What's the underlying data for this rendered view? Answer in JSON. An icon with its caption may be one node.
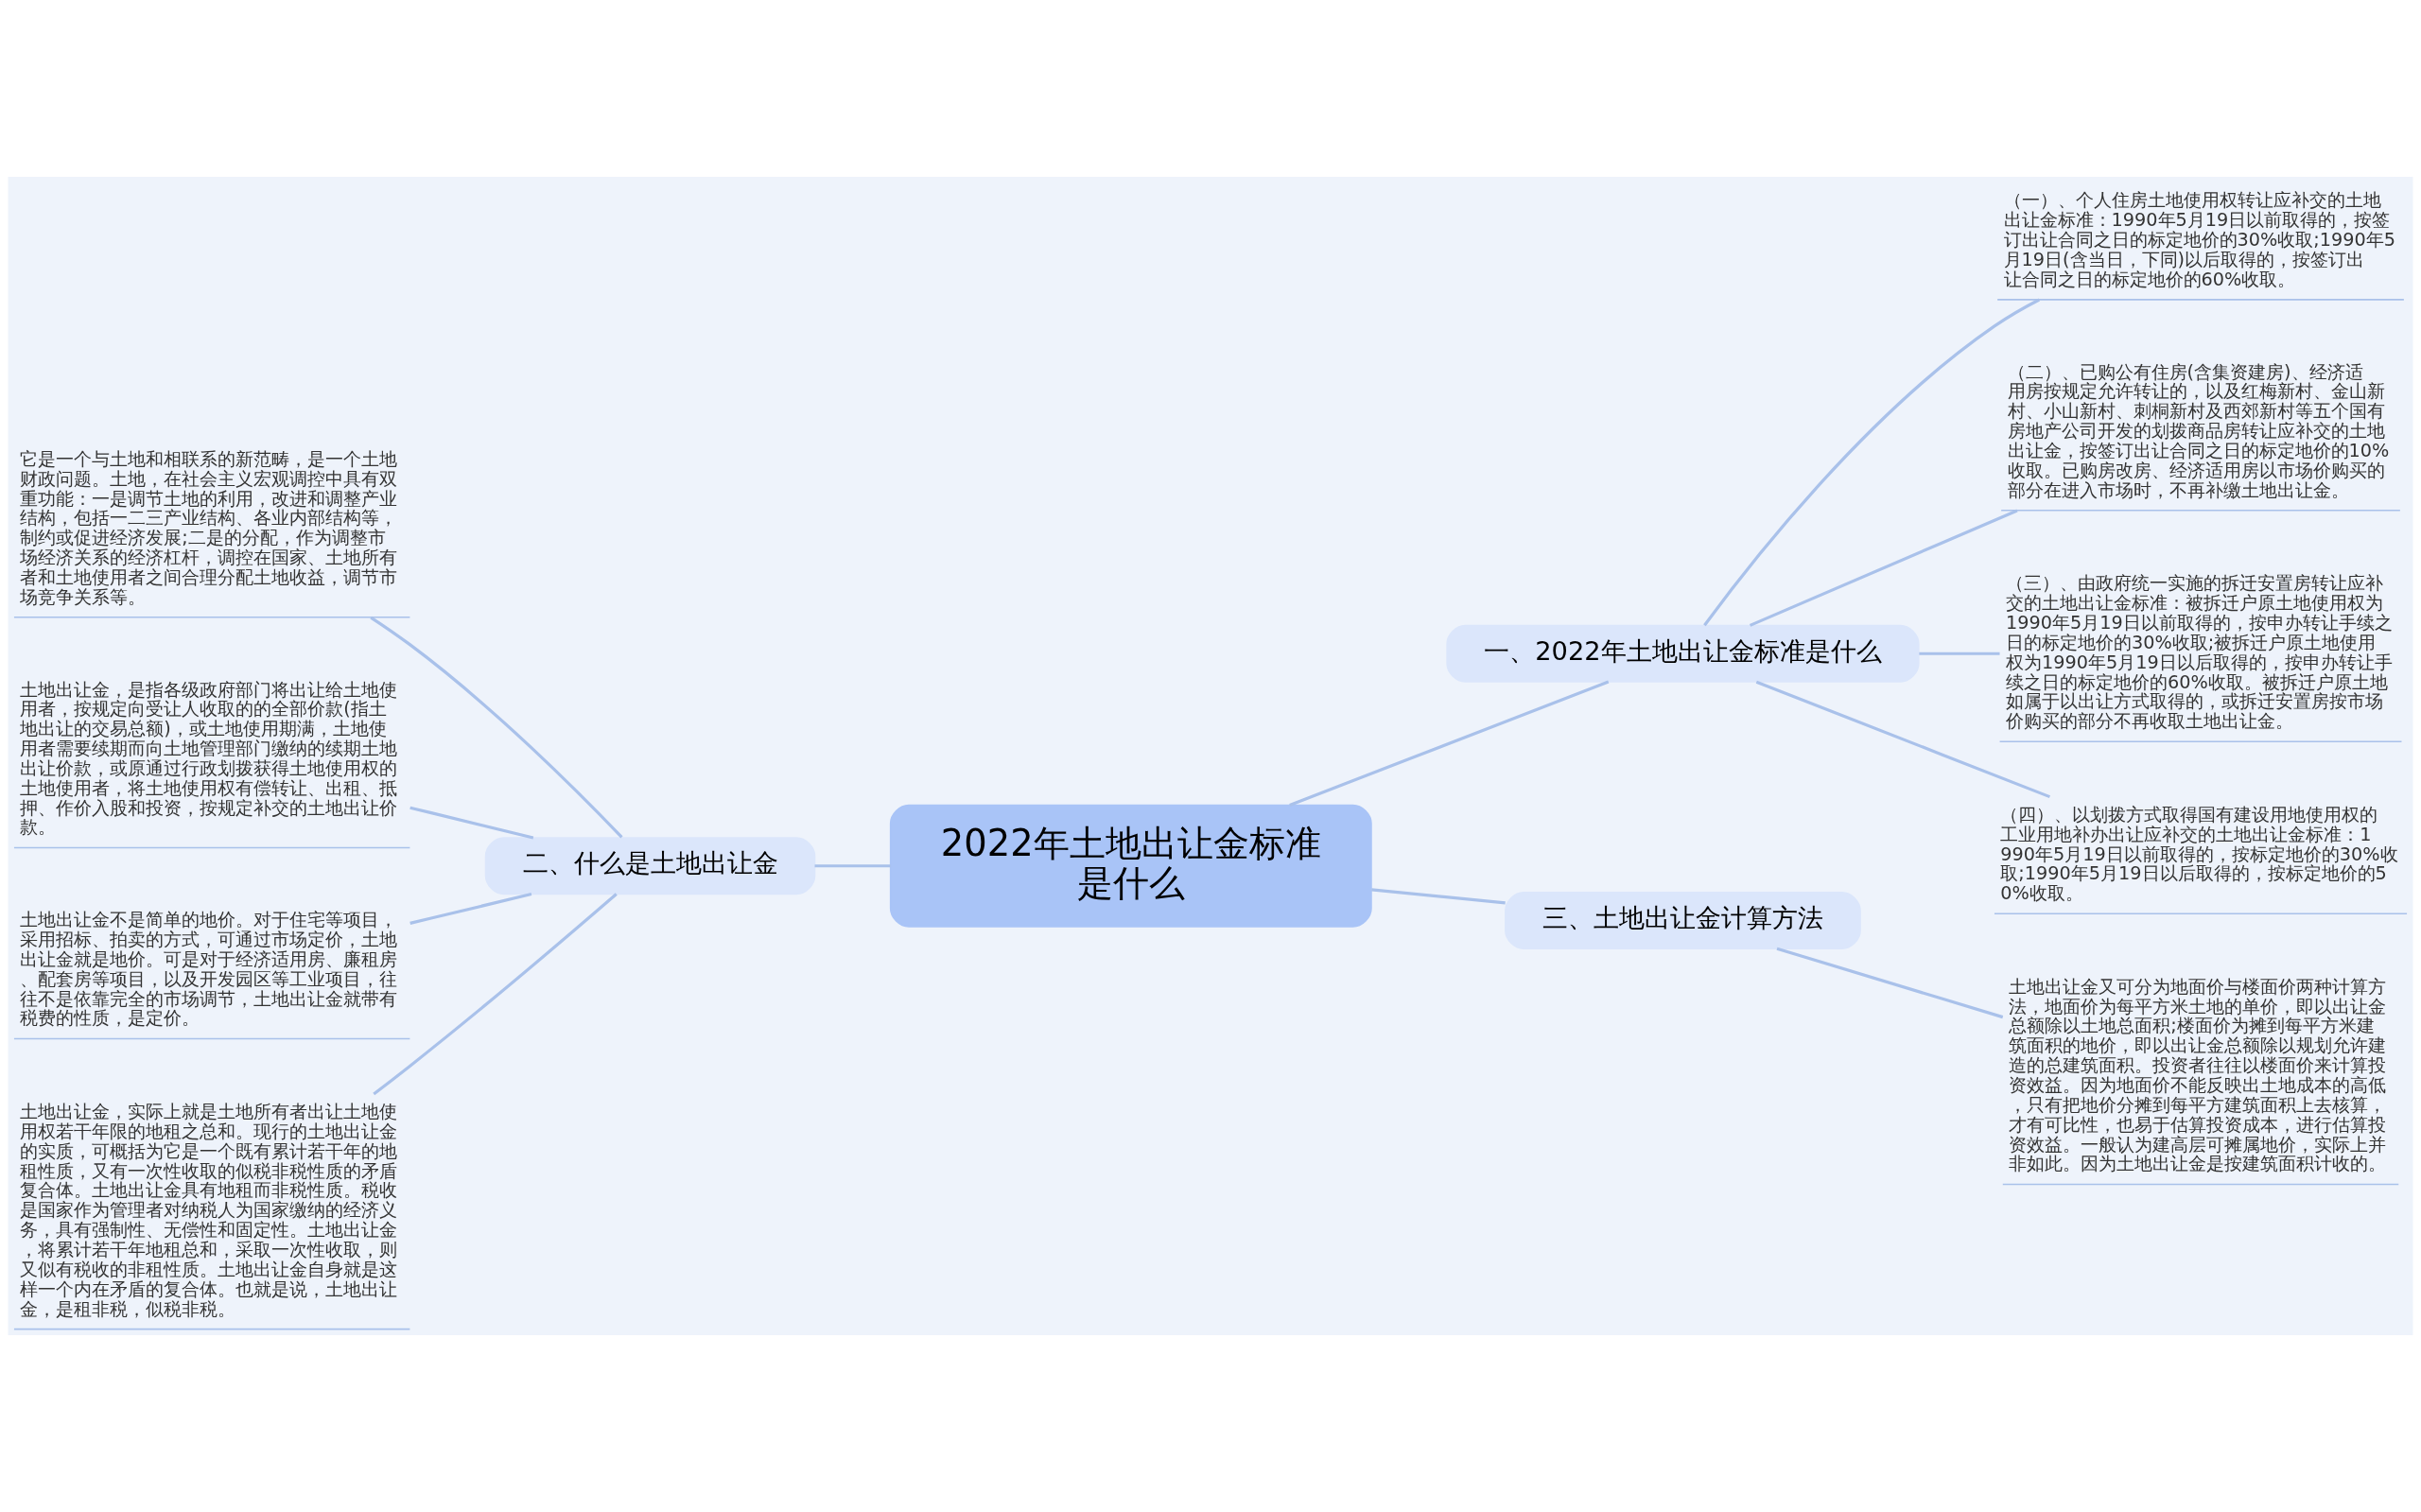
{
  "diagram": {
    "nodes": [
      {
        "text": [
          "2022年土地出让金标准是什么"
        ]
      },
      {
        "text": [
          "一、2022年土地出让金标准是什么"
        ]
      },
      {
        "text": [
          "（一）、个人住房土地使用权转让应补交的土地出让金标准：1990年5月19日以前取得的，按签订出让合同之日的标定地价的30%收取;1990年5月19日(含当日，下同)以后取得的，按签订出让合同之日的标定地价的60%收取。"
        ]
      },
      {
        "text": [
          "（二）、已购公有住房(含集资建房)、经济适用房按规定允许转让的，以及红梅新村、金山新村、小山新村、刺桐新村及西郊新村等五个国有房地产公司开发的划拨商品房转让应补交的土地出让金，按签订出让合同之日的标定地价的10%收取。已购房改房、经济适用房以市场价购买的部分在进入市场时，不再补缴土地出让金。"
        ]
      },
      {
        "text": [
          "（三）、由政府统一实施的拆迁安置房转让应补交的土地出让金标准：被拆迁户原土地使用权为1990年5月19日以前取得的，按申办转让手续之日的标定地价的30%收取;被拆迁户原土地使用权为1990年5月19日以后取得的，按申办转让手续之日的标定地价的60%收取。被拆迁户原土地如属于以出让方式取得的，或拆迁安置房按市场价购买的部分不再收取土地出让金。"
        ]
      },
      {
        "text": [
          "（四）、以划拨方式取得国有建设用地使用权的工业用地补办出让应补交的土地出让金标准：1990年5月19日以前取得的，按标定地价的30%收取;1990年5月19日以后取得的，按标定地价的50%收取。"
        ]
      },
      {
        "text": [
          "二、什么是土地出让金"
        ]
      },
      {
        "text": [
          "它是一个与土地和相联系的新范畴，是一个土地财政问题。土地，在社会主义宏观调控中具有双重功能：一是调节土地的利用，改进和调整产业结构，包括一二三产业结构、各业内部结构等，制约或促进经济发展;二是的分配，作为调整市场经济关系的经济杠杆，调控在国家、土地所有者和土地使用者之间合理分配土地收益，调节市场竞争关系等。"
        ]
      },
      {
        "text": [
          "土地出让金，是指各级政府部门将出让给土地使用者，按规定向受让人收取的的全部价款(指土地出让的交易总额)，或土地使用期满，土地使用者需要续期而向土地管理部门缴纳的续期土地出让价款，或原通过行政划拨获得土地使用权的土地使用者，将土地使用权有偿转让、出租、抵押、作价入股和投资，按规定补交的土地出让价款。"
        ]
      },
      {
        "text": [
          "土地出让金不是简单的地价。对于住宅等项目，采用招标、拍卖的方式，可通过市场定价，土地出让金就是地价。可是对于经济适用房、廉租房、配套房等项目，以及开发园区等工业项目，往往不是依靠完全的市场调节，土地出让金就带有税费的性质，是定价。"
        ]
      },
      {
        "text": [
          "土地出让金，实际上就是土地所有者出让土地使用权若干年限的地租之总和。现行的土地出让金的实质，可概括为它是一个既有累计若干年的地租性质，又有一次性收取的似税非税性质的矛盾复合体。土地出让金具有地租而非税性质。税收是国家作为管理者对纳税人为国家缴纳的经济义务，具有强制性、无偿性和固定性。土地出让金，将累计若干年地租总和，采取一次性收取，则又似有税收的非租性质。土地出让金自身就是这样一个内在矛盾的复合体。也就是说，土地出让金，是租非税，似税非税。"
        ]
      },
      {
        "text": [
          "三、土地出让金计算方法"
        ]
      },
      {
        "text": [
          "土地出让金又可分为地面价与楼面价两种计算方法，地面价为每平方米土地的单价，即以出让金总额除以土地总面积;楼面价为摊到每平方米建筑面积的地价，即以出让金总额除以规划允许建造的总建筑面积。投资者往往以楼面价来计算投资效益。因为地面价不能反映出土地成本的高低，只有把地价分摊到每平方建筑面积上去核算，才有可比性，也易于估算投资成本，进行估算投资效益。一般认为建高层可摊属地价，实际上并非如此。因为土地出让金是按建筑面积计收的。"
        ]
      }
    ],
    "edges": [
      {
        "from": 0,
        "to": 1,
        "arrow": "none"
      },
      {
        "from": 1,
        "to": 2,
        "arrow": "none"
      },
      {
        "from": 1,
        "to": 3,
        "arrow": "none"
      },
      {
        "from": 1,
        "to": 4,
        "arrow": "none"
      },
      {
        "from": 1,
        "to": 5,
        "arrow": "none"
      },
      {
        "from": 0,
        "to": 6,
        "arrow": "none"
      },
      {
        "from": 6,
        "to": 7,
        "arrow": "none"
      },
      {
        "from": 6,
        "to": 8,
        "arrow": "none"
      },
      {
        "from": 6,
        "to": 9,
        "arrow": "none"
      },
      {
        "from": 6,
        "to": 10,
        "arrow": "none"
      },
      {
        "from": 0,
        "to": 11,
        "arrow": "none"
      },
      {
        "from": 11,
        "to": 12,
        "arrow": "none"
      }
    ]
  }
}
